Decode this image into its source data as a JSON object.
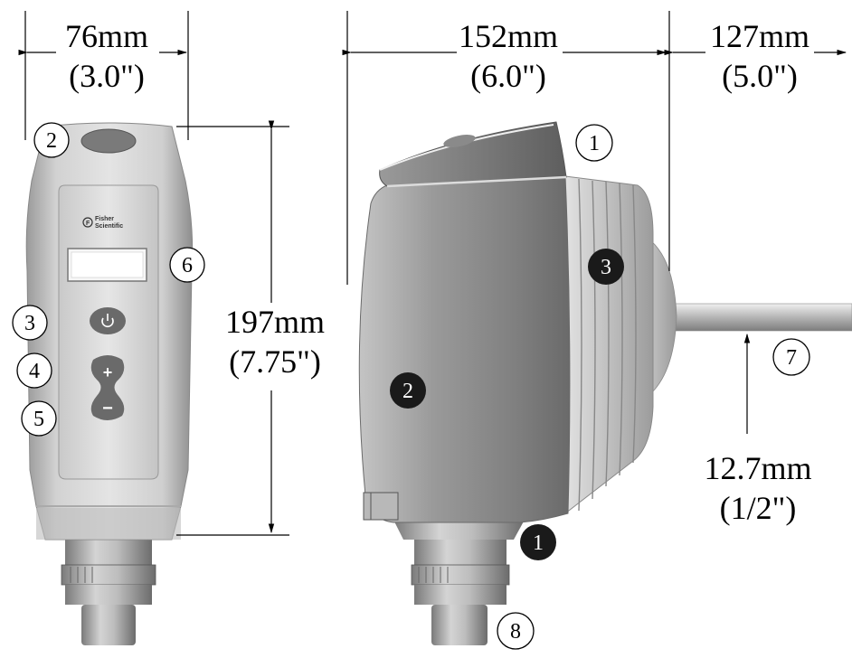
{
  "dimensions": {
    "width_front_mm": "76mm",
    "width_front_in": "(3.0\")",
    "depth_side_mm": "152mm",
    "depth_side_in": "(6.0\")",
    "extension_mm": "127mm",
    "extension_in": "(5.0\")",
    "height_mm": "197mm",
    "height_in": "(7.75\")",
    "shaft_dia_mm": "12.7mm",
    "shaft_dia_in": "(1/2\")"
  },
  "callouts_front": [
    {
      "num": "2",
      "style": "outline"
    },
    {
      "num": "6",
      "style": "outline"
    },
    {
      "num": "3",
      "style": "outline"
    },
    {
      "num": "4",
      "style": "outline"
    },
    {
      "num": "5",
      "style": "outline"
    }
  ],
  "callouts_side": [
    {
      "num": "1",
      "style": "outline"
    },
    {
      "num": "3",
      "style": "filled"
    },
    {
      "num": "2",
      "style": "filled"
    },
    {
      "num": "7",
      "style": "outline"
    },
    {
      "num": "1",
      "style": "filled"
    },
    {
      "num": "8",
      "style": "outline"
    }
  ],
  "device": {
    "logo_line1": "Fisher",
    "logo_line2": "Scientific",
    "plus_label": "+",
    "minus_label": "−",
    "power_icon": "power-icon"
  },
  "colors": {
    "body_light": "#d8d8d8",
    "body_mid": "#a8a8a8",
    "body_dark": "#6e6e6e",
    "panel": "#dcdcdc",
    "button_dark": "#6a6a6a",
    "callout_fill": "#1a1a1a"
  }
}
